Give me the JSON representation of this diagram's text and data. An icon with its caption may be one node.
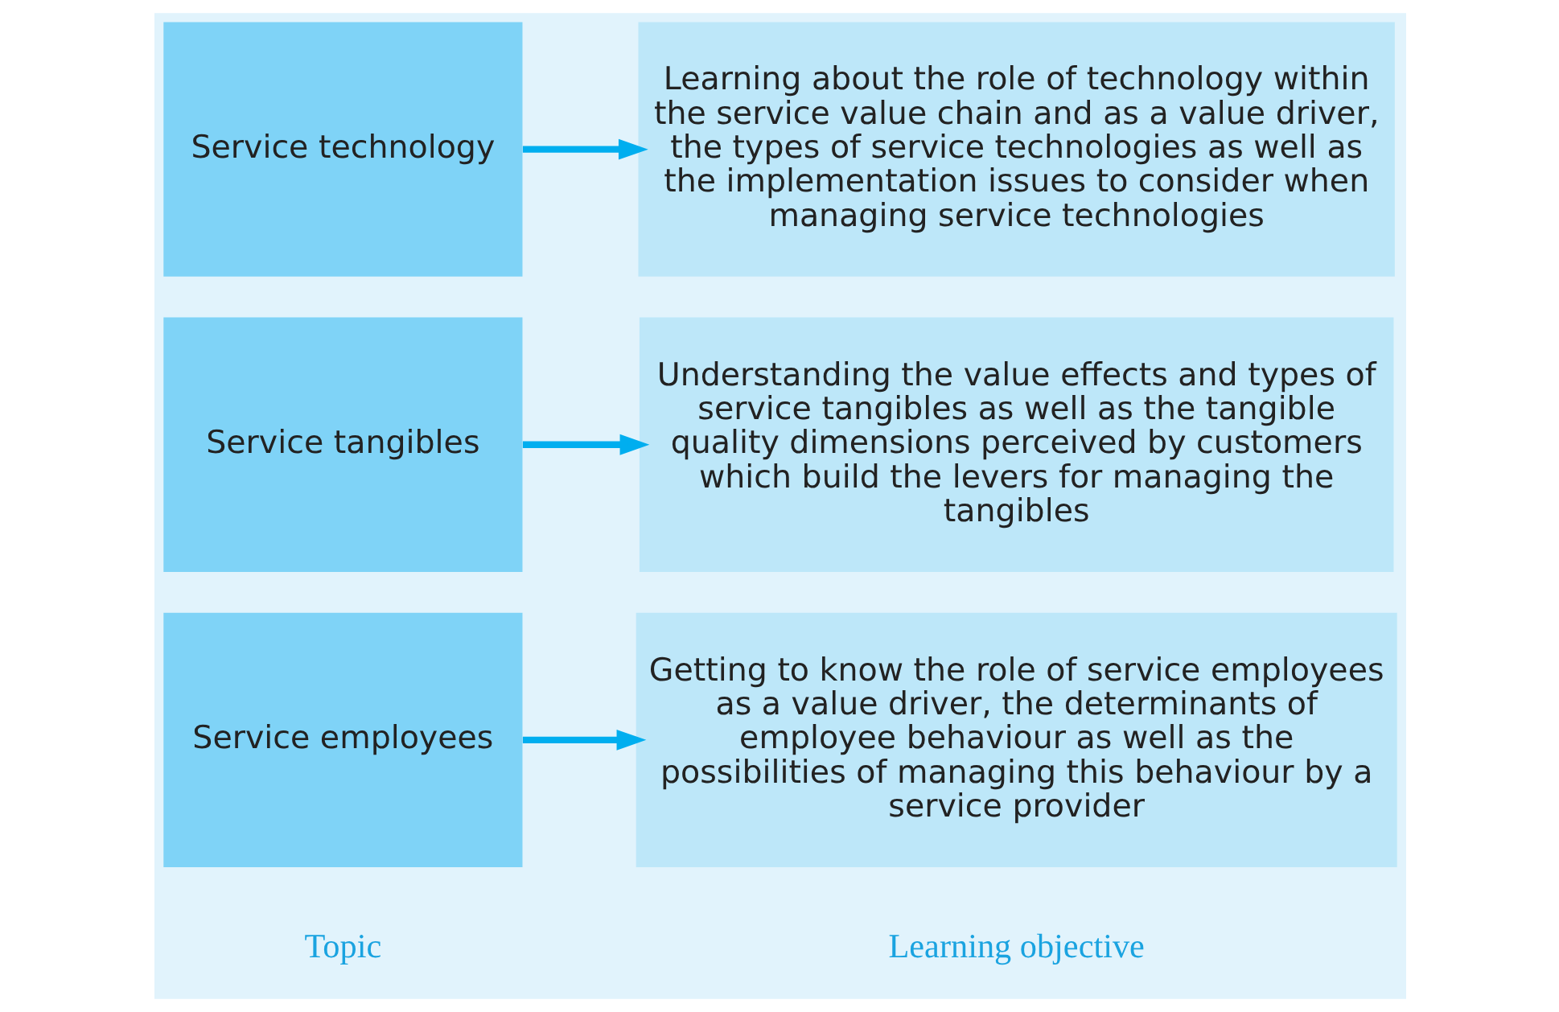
{
  "diagram": {
    "nodes": [
      {
        "text": [
          "Service employees"
        ]
      },
      {
        "text": [
          "Getting to know the role of service employees as a value driver, the determinants of employee behaviour as well as the possibilities of managing this behaviour by a service provider"
        ]
      },
      {
        "text": [
          "Service tangibles"
        ]
      },
      {
        "text": [
          "Understanding the value effects and types of service tangibles as well as the tangible quality dimensions perceived by customers which build the levers for managing the tangibles"
        ]
      },
      {
        "text": [
          "Service technology"
        ]
      },
      {
        "text": [
          "Learning about the role of technology within the service value chain and as a value driver, the types of service technologies as well as the implementation issues to consider when managing service technologies"
        ]
      }
    ],
    "edges": [
      {
        "from": 0,
        "to": 1,
        "arrow": "to"
      },
      {
        "from": 2,
        "to": 3,
        "arrow": "to"
      },
      {
        "from": 4,
        "to": 5,
        "arrow": "to"
      }
    ],
    "labels": [
      "Topic",
      "Learning objective"
    ]
  }
}
